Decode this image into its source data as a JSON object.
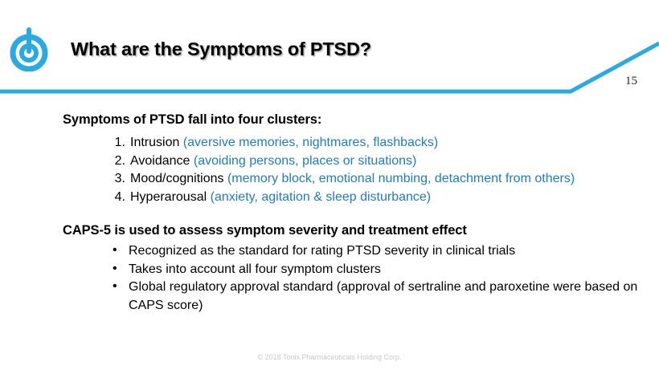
{
  "header": {
    "title": "What are the Symptoms of PTSD?",
    "page_number": "15",
    "logo_name": "tonix-power-logo",
    "accent_color": "#29ABE2"
  },
  "body": {
    "section1": {
      "heading": "Symptoms of PTSD fall into four clusters:",
      "items": [
        {
          "marker": "1.",
          "term": "Intrusion ",
          "detail": "(aversive memories, nightmares, flashbacks)"
        },
        {
          "marker": "2.",
          "term": "Avoidance ",
          "detail": "(avoiding persons, places or situations)"
        },
        {
          "marker": "3.",
          "term": "Mood/cognitions ",
          "detail": "(memory block, emotional numbing, detachment from others)"
        },
        {
          "marker": "4.",
          "term": "Hyperarousal ",
          "detail": "(anxiety, agitation & sleep disturbance)"
        }
      ]
    },
    "section2": {
      "heading": "CAPS-5 is used to assess symptom severity and treatment effect",
      "bullet_glyph": "•",
      "items": [
        "Recognized as the standard for rating PTSD severity in clinical trials",
        "Takes into account all four symptom clusters",
        "Global regulatory approval standard (approval of sertraline and paroxetine were based on CAPS score)"
      ]
    }
  },
  "footer": {
    "copyright": "© 2018 Tonix Pharmaceuticals Holding Corp."
  },
  "colors": {
    "detail_blue": "#1E7BC8",
    "accent_blue": "#29ABE2",
    "text_black": "#000000",
    "footer_gray": "#c9c9c9"
  }
}
